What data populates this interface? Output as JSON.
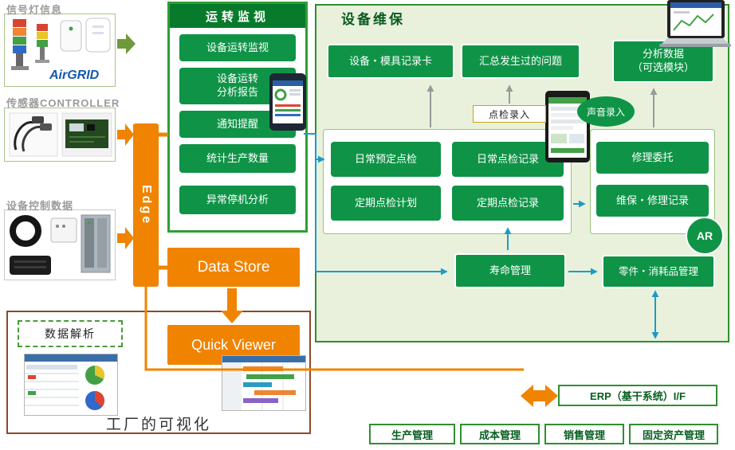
{
  "colors": {
    "green_button": "#0f9447",
    "dark_green_header": "#087a2c",
    "orange": "#f08300",
    "light_green_panel": "#e9f1dc",
    "blue_arrow": "#1a9cc9",
    "gray_arrow": "#999999",
    "brown_border": "#8b4a2b",
    "olive_arrow": "#6e9a3c"
  },
  "left_column": {
    "signal_label": "信号灯信息",
    "airgrid_logo": "AirGRID",
    "sensor_label": "传感器CONTROLLER",
    "control_label": "设备控制数据",
    "edge_label": "Edge",
    "data_store_label": "Data Store",
    "quick_viewer_label": "Quick Viewer",
    "data_analysis_label": "数据解析",
    "factory_label": "工厂的可视化"
  },
  "monitor": {
    "title": "运转监视",
    "items": [
      "设备运转监视",
      "设备运转\n分析报告",
      "通知提醒",
      "统计生产数量",
      "异常停机分析"
    ]
  },
  "maintenance": {
    "title": "设备维保",
    "top_items": [
      "设备・模具记录卡",
      "汇总发生过的问题",
      "分析数据\n（可选模块）"
    ],
    "inspection_entry": "点检录入",
    "voice_entry": "声音录入",
    "grid_items": [
      "日常预定点检",
      "日常点检记录",
      "定期点检计划",
      "定期点检记录"
    ],
    "right_items": [
      "修理委托",
      "维保・修理记录"
    ],
    "ar_badge": "AR",
    "life_mgmt": "寿命管理",
    "parts_mgmt": "零件・消耗品管理"
  },
  "erp": {
    "interface_label": "ERP（基干系统）I/F",
    "modules": [
      "生产管理",
      "成本管理",
      "销售管理",
      "固定资产管理"
    ]
  }
}
